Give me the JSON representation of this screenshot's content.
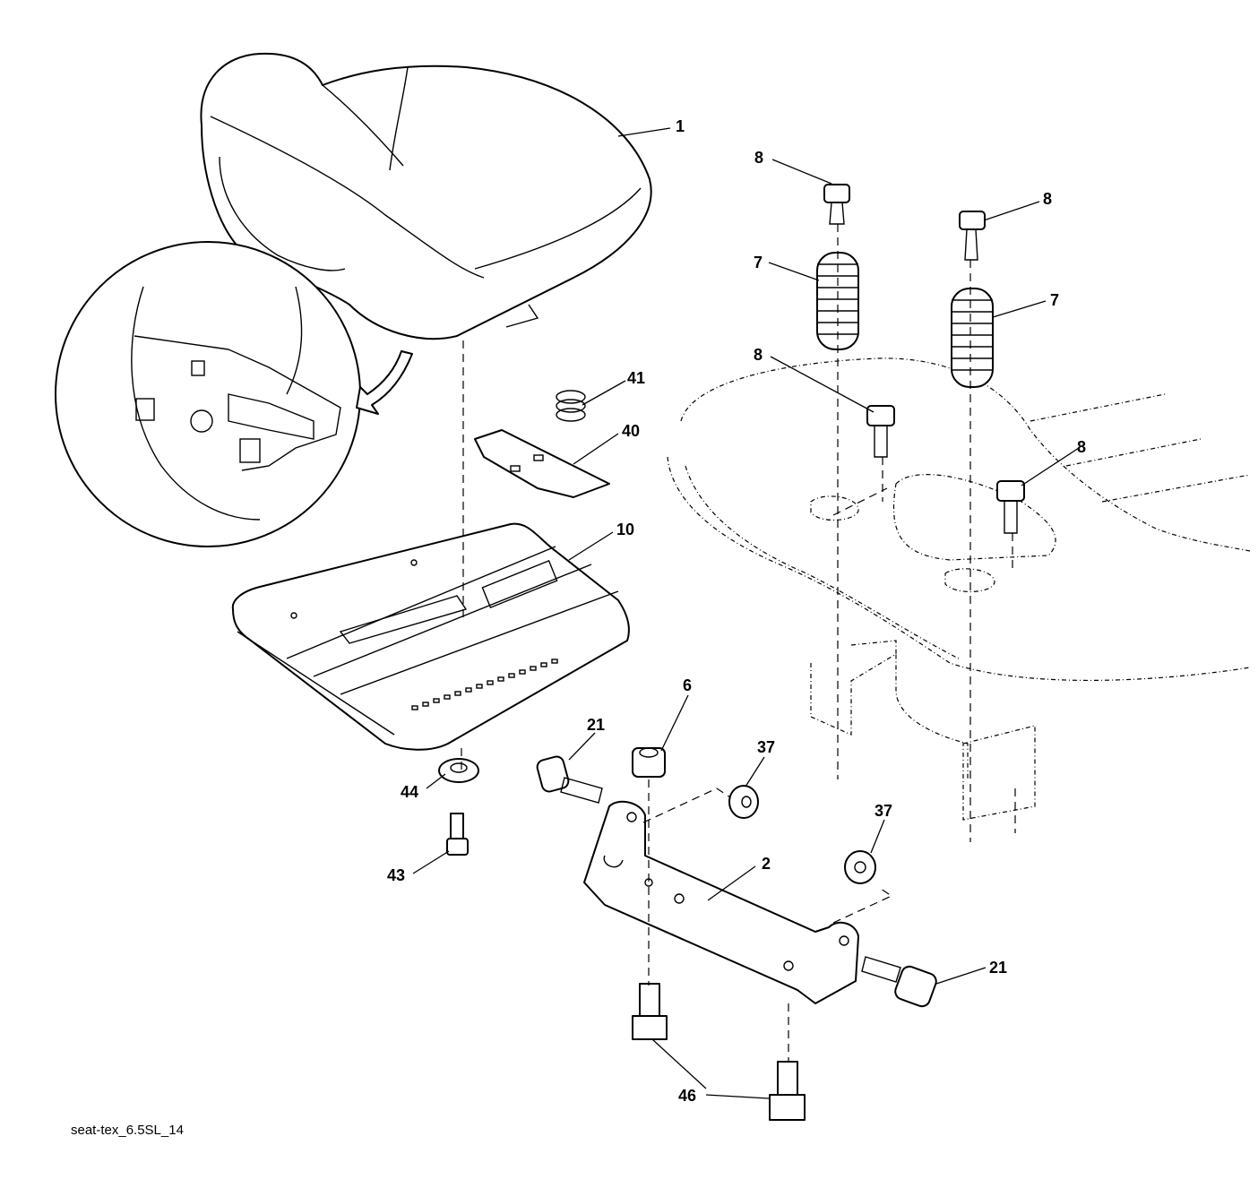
{
  "caption": "seat-tex_6.5SL_14",
  "callouts": [
    {
      "id": "c1",
      "label": "1"
    },
    {
      "id": "c8a",
      "label": "8"
    },
    {
      "id": "c8b",
      "label": "8"
    },
    {
      "id": "c7a",
      "label": "7"
    },
    {
      "id": "c7b",
      "label": "7"
    },
    {
      "id": "c8c",
      "label": "8"
    },
    {
      "id": "c8d",
      "label": "8"
    },
    {
      "id": "c41",
      "label": "41"
    },
    {
      "id": "c40",
      "label": "40"
    },
    {
      "id": "c10",
      "label": "10"
    },
    {
      "id": "c6",
      "label": "6"
    },
    {
      "id": "c21a",
      "label": "21"
    },
    {
      "id": "c37a",
      "label": "37"
    },
    {
      "id": "c44",
      "label": "44"
    },
    {
      "id": "c37b",
      "label": "37"
    },
    {
      "id": "c43",
      "label": "43"
    },
    {
      "id": "c2",
      "label": "2"
    },
    {
      "id": "c21b",
      "label": "21"
    },
    {
      "id": "c46",
      "label": "46"
    }
  ]
}
